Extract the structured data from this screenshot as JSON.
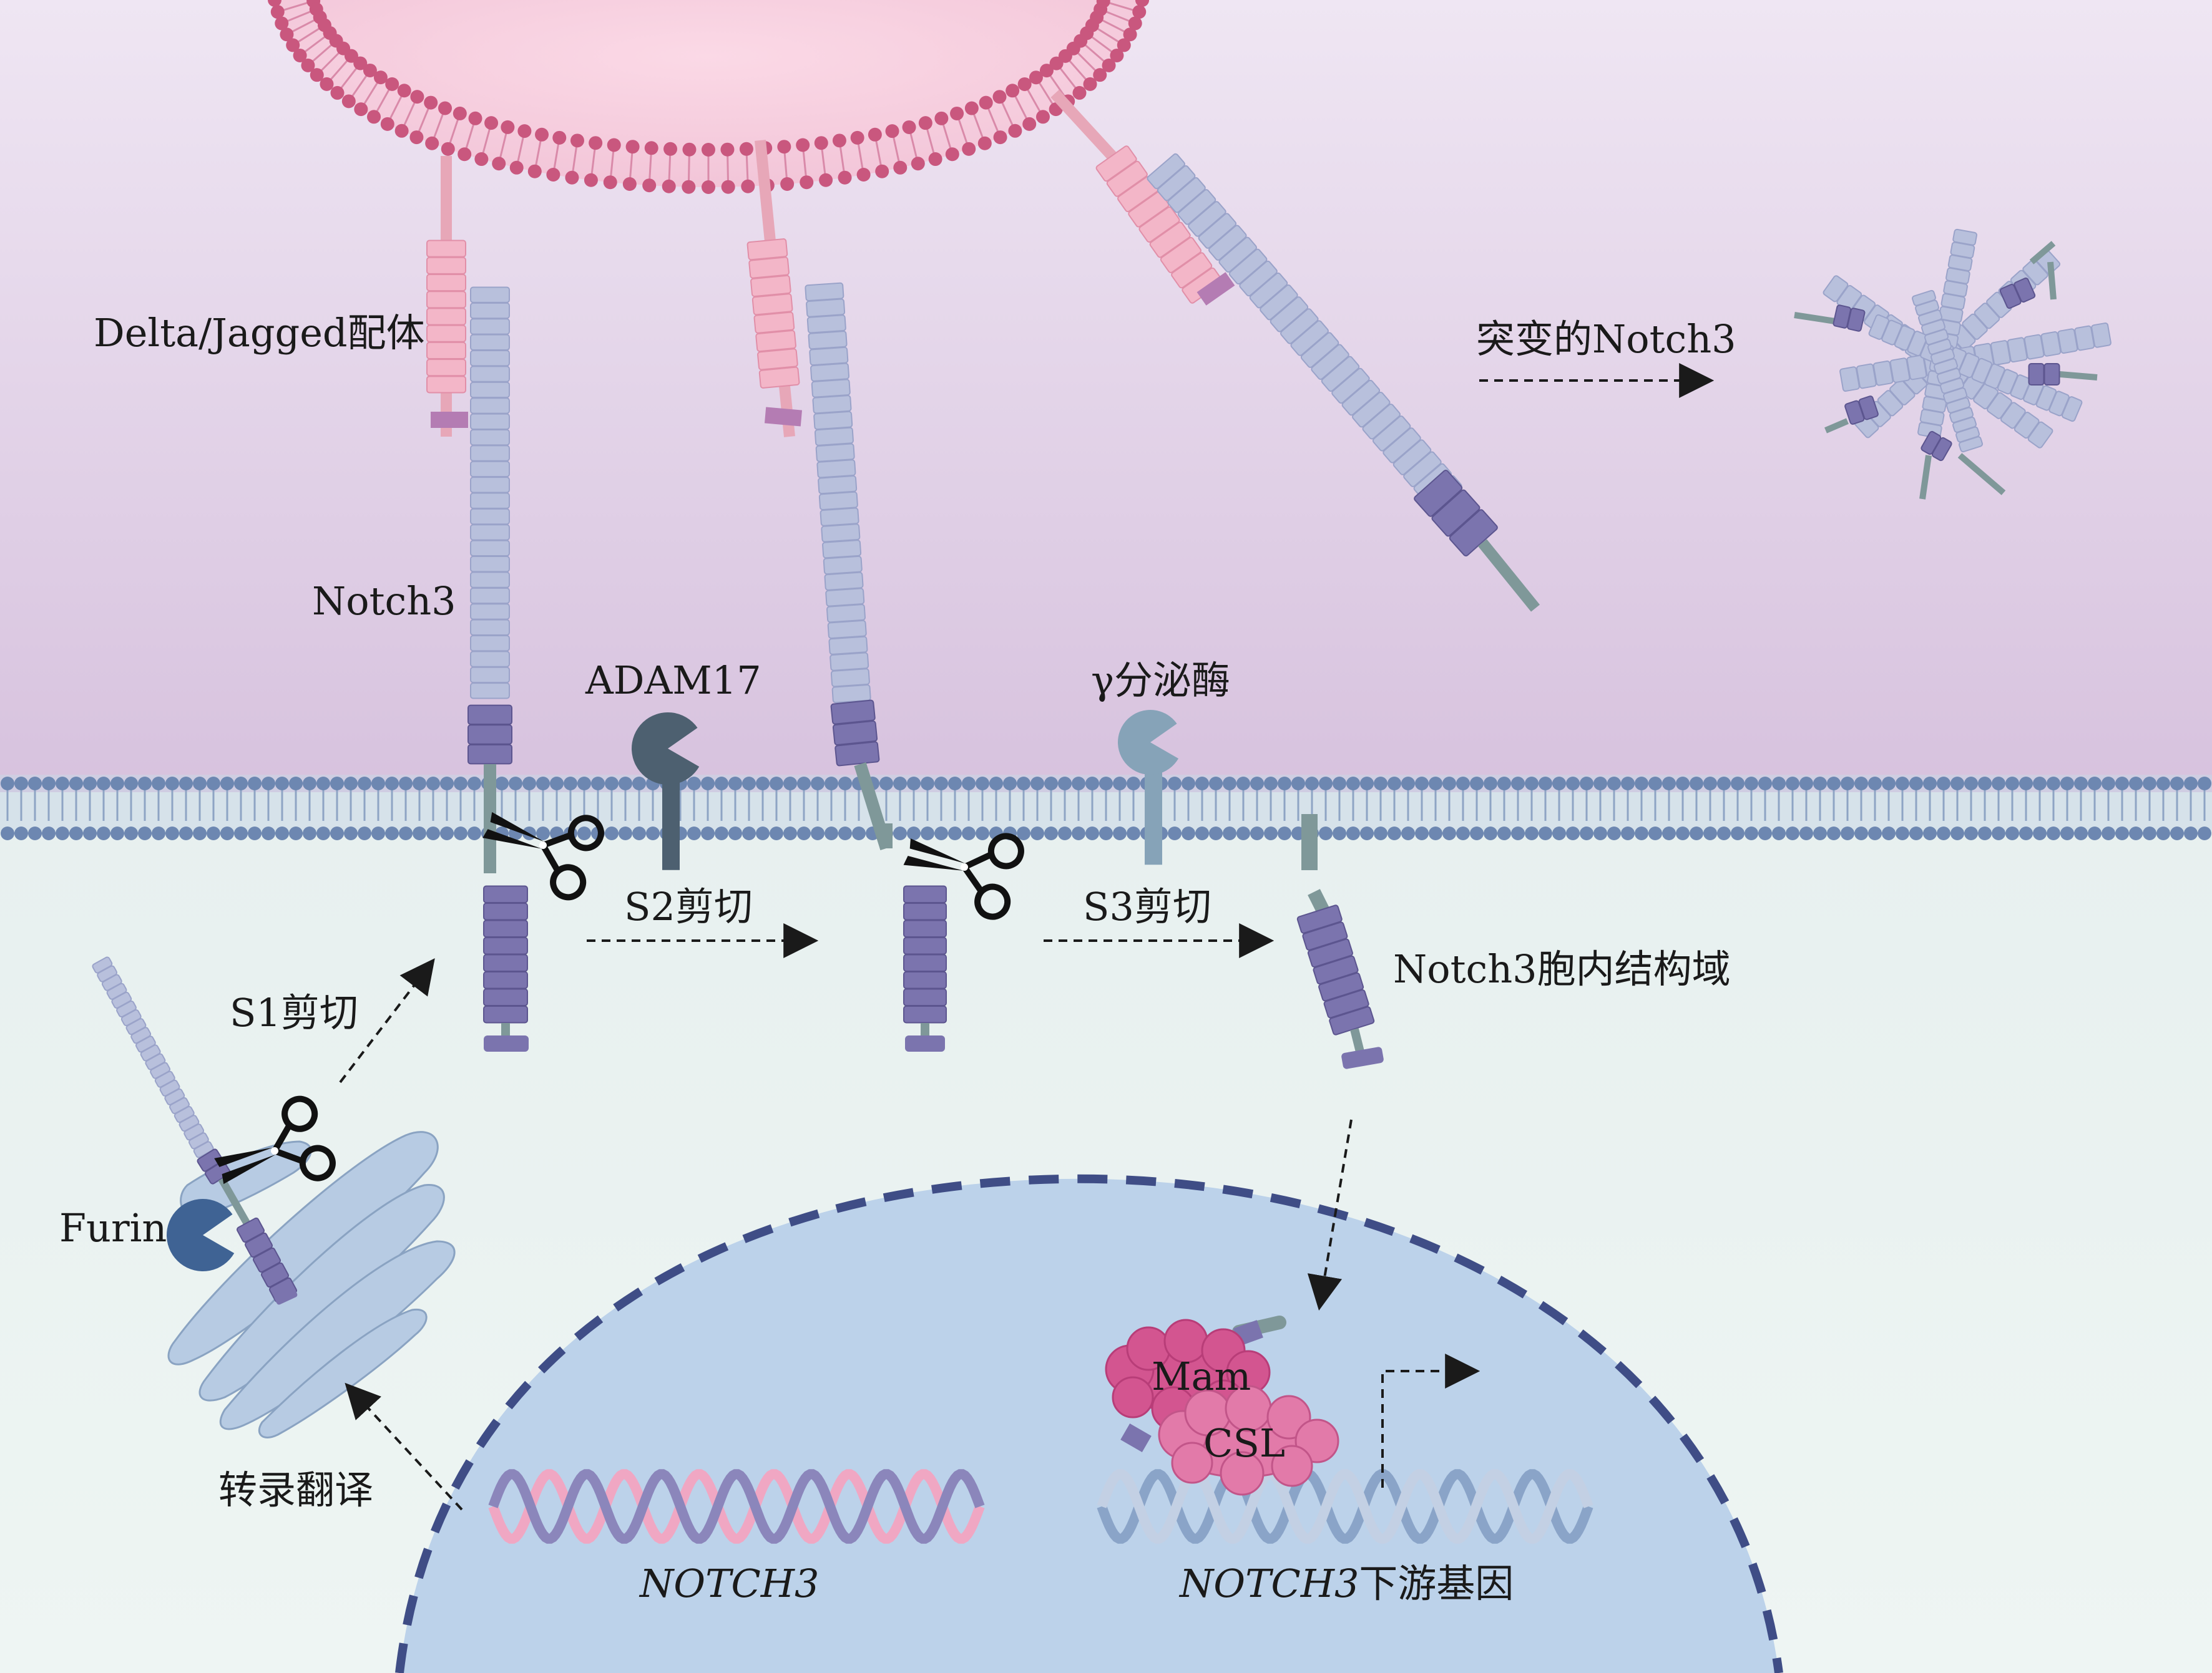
{
  "labels": {
    "ligand": "Delta/Jagged配体",
    "notch3": "Notch3",
    "adam17": "ADAM17",
    "gamma_secretase": "γ分泌酶",
    "mutant": "突变的Notch3",
    "s1": "S1剪切",
    "s2": "S2剪切",
    "s3": "S3剪切",
    "nicd": "Notch3胞内结构域",
    "furin": "Furin",
    "transcription": "转录翻译",
    "gene": "NOTCH3",
    "downstream_gene_italic": "NOTCH3",
    "downstream_gene_suffix": "下游基因",
    "mam": "Mam",
    "csl": "CSL"
  },
  "colors": {
    "extracellular_top": "#ece4f1",
    "extracellular_bottom": "#d9c4de",
    "cytoplasm": "#eaf3f1",
    "nucleus": "#bdd3ea",
    "nucleus_border": "#3f4d86",
    "membrane_head": "#6d87b1",
    "ligand_cell_head": "#c9577e",
    "ligand_cell_fill": "#f6d2e2",
    "notch_ecd": "#b8c0dc",
    "notch_domain": "#7b74ae",
    "notch_stem": "#7f9899",
    "ligand_pink": "#f3b6c8",
    "enzyme_dark": "#4d6070",
    "enzyme_light": "#86a3b8",
    "furin": "#3f6394",
    "mam_csl": "#d35590"
  },
  "icons": [
    "scissors-icon",
    "dashed-arrow-icon",
    "dna-helix-icon",
    "enzyme-pacman-icon"
  ]
}
